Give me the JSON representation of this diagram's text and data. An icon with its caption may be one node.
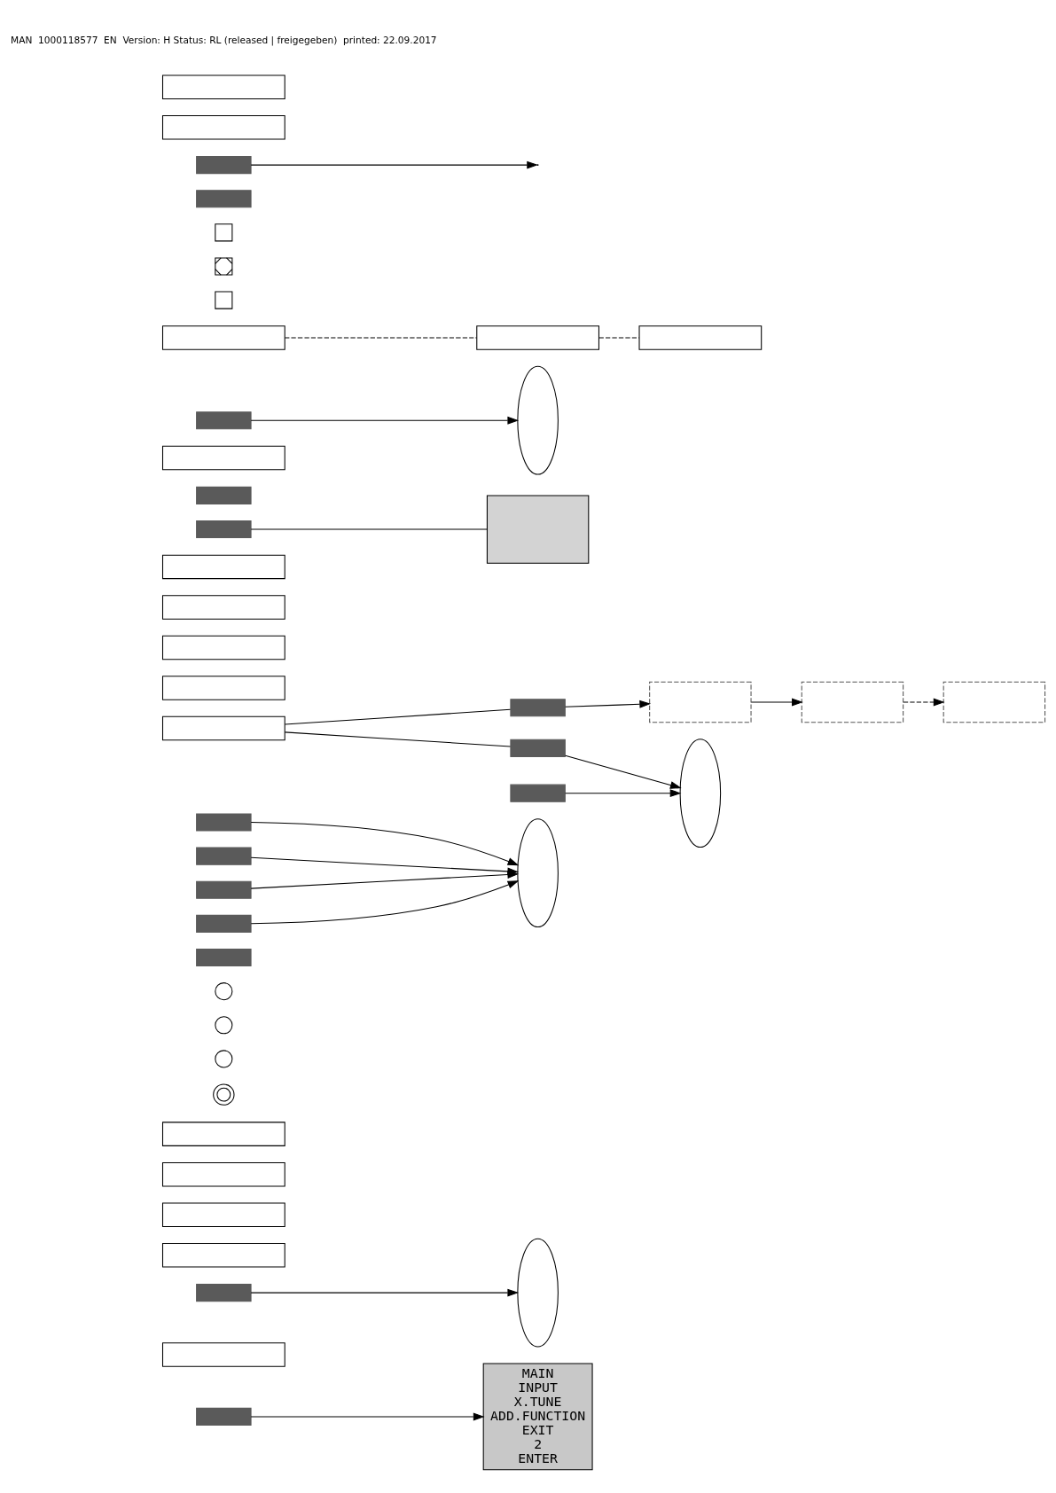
{
  "diagram": {
    "nodes": [
      {
        "text": [],
        "shape": "bar"
      },
      {
        "text": [
          "MAIN",
          "INPUT",
          "X.TUNE",
          "ADD.FUNCTION",
          "EXIT",
          "2",
          "ENTER"
        ]
      },
      {
        "text": [],
        "shape": "box"
      },
      {
        "text": [],
        "shape": "bar"
      },
      {
        "text": [],
        "shape": "ellipse"
      },
      {
        "text": [],
        "shape": "box"
      },
      {
        "text": [],
        "shape": "box"
      },
      {
        "text": [],
        "shape": "box"
      },
      {
        "text": [],
        "shape": "box"
      },
      {
        "text": [],
        "shape": "radio"
      },
      {
        "text": [],
        "shape": "circle"
      },
      {
        "text": [],
        "shape": "circle"
      },
      {
        "text": [],
        "shape": "circle"
      },
      {
        "text": [],
        "shape": "bar"
      },
      {
        "text": [],
        "shape": "bar"
      },
      {
        "text": [],
        "shape": "box"
      },
      {
        "text": [],
        "shape": "bar"
      },
      {
        "text": [],
        "shape": "dashed-box"
      },
      {
        "text": [],
        "shape": "dashed-box"
      },
      {
        "text": [],
        "shape": "dashed-box"
      },
      {
        "text": [],
        "shape": "bar"
      },
      {
        "text": [],
        "shape": "bar"
      },
      {
        "text": [],
        "shape": "ellipse"
      },
      {
        "text": [],
        "shape": "box"
      },
      {
        "text": [],
        "shape": "box"
      },
      {
        "text": [],
        "shape": "box"
      },
      {
        "text": [],
        "shape": "box"
      },
      {
        "text": [],
        "shape": "bar"
      },
      {
        "text": [],
        "shape": "panel"
      },
      {
        "text": [],
        "shape": "bar"
      },
      {
        "text": [],
        "shape": "bar"
      },
      {
        "text": [],
        "shape": "bar"
      },
      {
        "text": [],
        "shape": "box"
      },
      {
        "text": [],
        "shape": "bar"
      },
      {
        "text": [],
        "shape": "ellipse"
      },
      {
        "text": [],
        "shape": "box"
      },
      {
        "text": [],
        "shape": "box"
      },
      {
        "text": [],
        "shape": "box"
      },
      {
        "text": [],
        "shape": "checkbox"
      },
      {
        "text": [],
        "shape": "crossed-checkbox"
      },
      {
        "text": [],
        "shape": "checkbox"
      },
      {
        "text": [],
        "shape": "bar"
      },
      {
        "text": [],
        "shape": "bar"
      },
      {
        "text": [],
        "shape": "ellipse"
      },
      {
        "text": [],
        "shape": "bar"
      },
      {
        "text": [],
        "shape": "box"
      },
      {
        "text": [],
        "shape": "box"
      }
    ],
    "edges": [
      {
        "from": 0,
        "to": 1,
        "arrow": "to"
      },
      {
        "from": 3,
        "to": 4,
        "arrow": "to"
      },
      {
        "from": 14,
        "to": 43,
        "arrow": "to"
      },
      {
        "from": 15,
        "to": 16,
        "arrow": "none"
      },
      {
        "from": 16,
        "to": 17,
        "arrow": "to"
      },
      {
        "from": 17,
        "to": 18,
        "arrow": "to"
      },
      {
        "from": 18,
        "to": 19,
        "arrow": "to",
        "style": "dashed"
      },
      {
        "from": 20,
        "to": 43,
        "arrow": "to"
      },
      {
        "from": 15,
        "to": 21,
        "arrow": "none"
      },
      {
        "from": 21,
        "to": 22,
        "arrow": "to"
      },
      {
        "from": 27,
        "to": 28,
        "arrow": "none"
      },
      {
        "from": 30,
        "to": 22,
        "arrow": "to"
      },
      {
        "from": 31,
        "to": 43,
        "arrow": "to"
      },
      {
        "from": 33,
        "to": 34,
        "arrow": "to"
      },
      {
        "from": 35,
        "to": 36,
        "arrow": "none",
        "style": "dashed"
      },
      {
        "from": 36,
        "to": 37,
        "arrow": "none",
        "style": "dashed"
      },
      {
        "from": 42,
        "to": 43,
        "arrow": "to"
      },
      {
        "from": 44,
        "to": null,
        "arrow": "to"
      }
    ],
    "labels": [
      "MAN  1000118577  EN  Version: H Status: RL (released | freigegeben)  printed: 22.09.2017"
    ]
  }
}
